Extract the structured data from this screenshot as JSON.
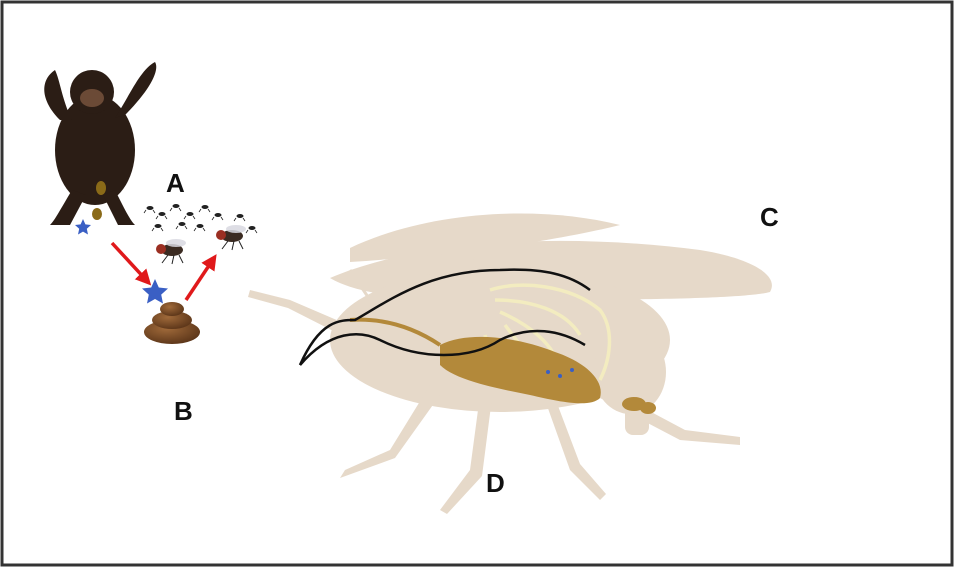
{
  "labels": {
    "a": "A",
    "b": "B",
    "c": "C",
    "d": "D"
  },
  "colors": {
    "frame": "#333333",
    "arrow": "#e0191b",
    "star": "#3a5fc4",
    "fly_silhouette": "#e6d9c9",
    "gut": "#b3893a",
    "trachea": "#f3ecc0",
    "nerve": "#111111",
    "fruit": "#f29a1c",
    "feces": "#7a4a24"
  },
  "icons": [
    "chimpanzee-icon",
    "bat-icon",
    "fly-swarm-icon",
    "mango-icon",
    "feces-icon",
    "star-icon",
    "monkey-photo",
    "dead-monkey-photo",
    "person-eating-icon",
    "contaminated-droplet-icon"
  ]
}
